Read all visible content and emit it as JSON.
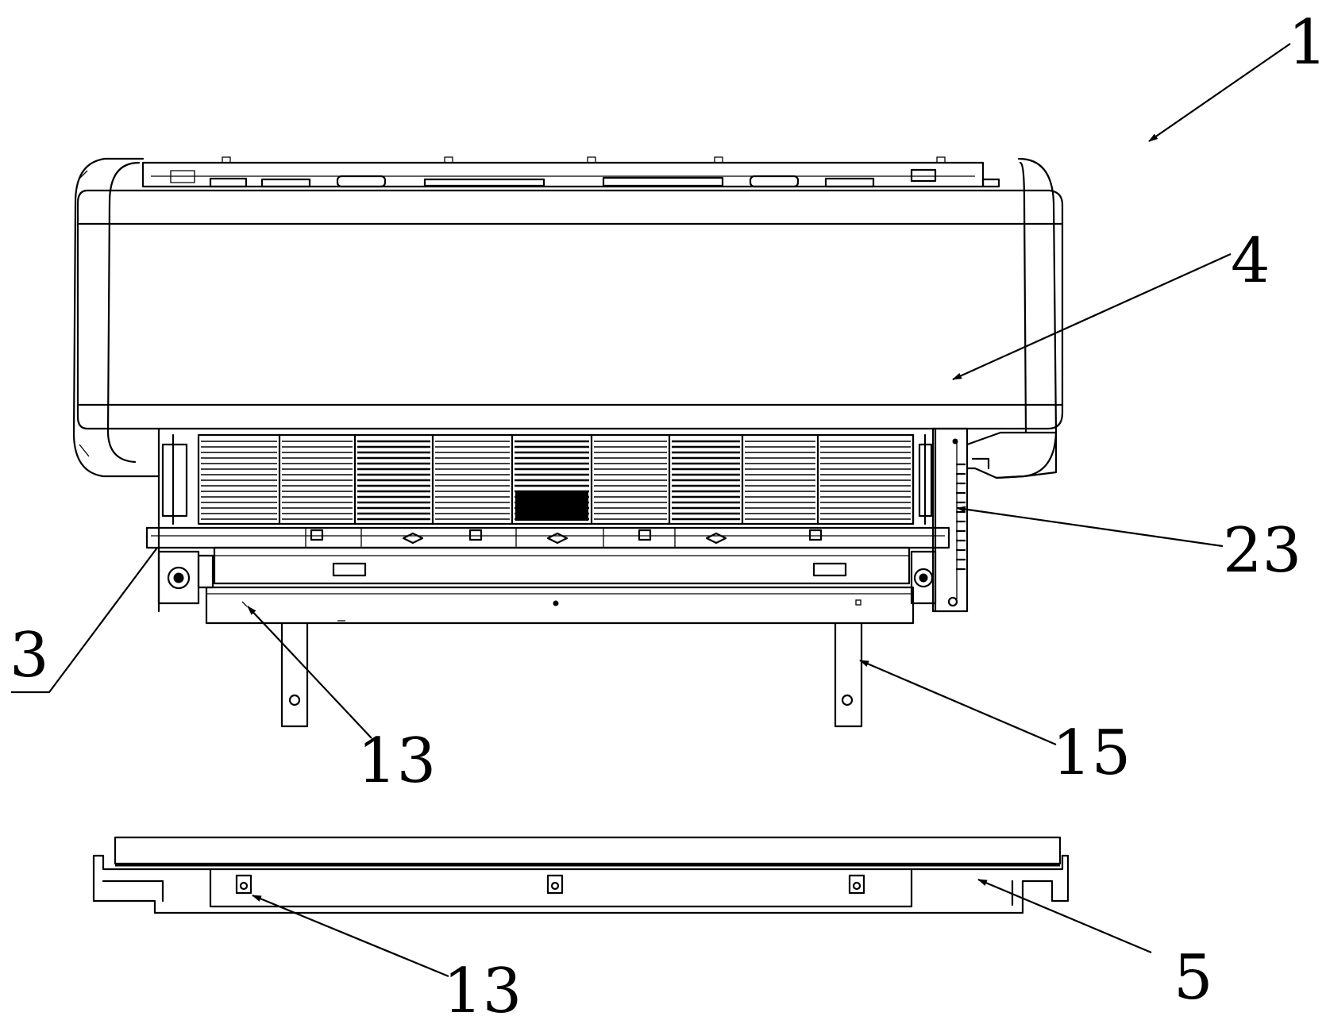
{
  "callouts": {
    "c1": "1",
    "c4": "4",
    "c23": "23",
    "c3": "3",
    "c13_top": "13",
    "c15": "15",
    "c13_bottom": "13",
    "c5": "5"
  }
}
